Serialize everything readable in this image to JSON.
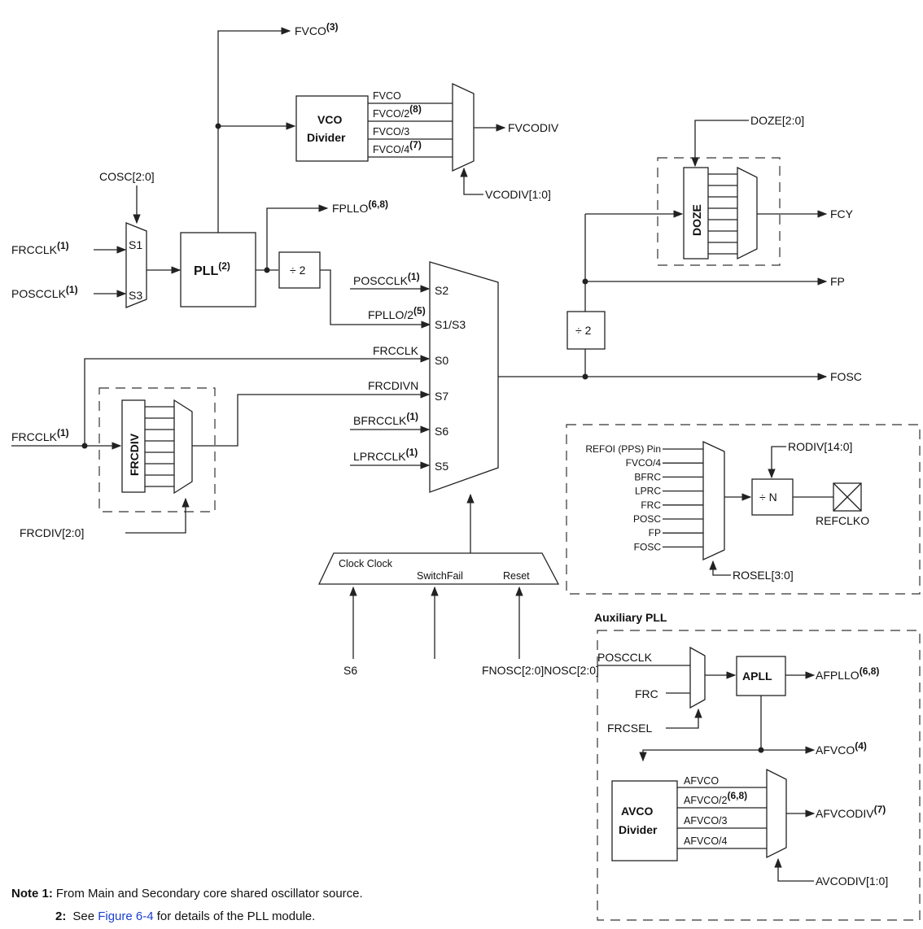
{
  "top": {
    "fvco": "FVCO",
    "fvco_sup": "(3)"
  },
  "vco_divider": {
    "line1": "VCO",
    "line2": "Divider",
    "in1": "FVCO",
    "in2": "FVCO/2",
    "in2_sup": "(8)",
    "in3": "FVCO/3",
    "in4": "FVCO/4",
    "in4_sup": "(7)",
    "out": "FVCODIV",
    "sel": "VCODIV[1:0]"
  },
  "doze": {
    "label": "DOZE[2:0]",
    "box": "DOZE",
    "fcy": "FCY",
    "fp": "FP",
    "fosc": "FOSC",
    "div2": "÷ 2"
  },
  "pll": {
    "cosc": "COSC[2:0]",
    "frcclk": "FRCCLK",
    "frcclk_sup": "(1)",
    "poscclk": "POSCCLK",
    "poscclk_sup": "(1)",
    "s1": "S1",
    "s3": "S3",
    "label": "PLL",
    "label_sup": "(2)",
    "fpllo": "FPLLO",
    "fpllo_sup": "(6,8)",
    "div2": "÷ 2"
  },
  "main_mux": {
    "in_poscclk": "POSCCLK",
    "in_poscclk_sup": "(1)",
    "in_fpllo2": "FPLLO/2",
    "in_fpllo2_sup": "(5)",
    "in_frcclk": "FRCCLK",
    "in_frcdivn": "FRCDIVN",
    "in_bfrcclk": "BFRCCLK",
    "in_bfrcclk_sup": "(1)",
    "in_lprcclk": "LPRCCLK",
    "in_lprcclk_sup": "(1)",
    "s2": "S2",
    "s13": "S1/S3",
    "s0": "S0",
    "s7": "S7",
    "s6": "S6",
    "s5": "S5"
  },
  "frcdiv": {
    "input": "FRCCLK",
    "input_sup": "(1)",
    "box": "FRCDIV",
    "sel": "FRCDIV[2:0]"
  },
  "clock_switch": {
    "l1": "Clock Clock",
    "l2": "SwitchFail",
    "l3": "Reset",
    "in_s6": "S6",
    "in_nosc": "FNOSC[2:0]NOSC[2:0]"
  },
  "refclk": {
    "inputs": [
      "REFOI (PPS) Pin",
      "FVCO/4",
      "BFRC",
      "LPRC",
      "FRC",
      "POSC",
      "FP",
      "FOSC"
    ],
    "div": "÷ N",
    "rodiv": "RODIV[14:0]",
    "out": "REFCLKO",
    "sel": "ROSEL[3:0]"
  },
  "aux_pll": {
    "title": "Auxiliary PLL",
    "in_posc": "POSCCLK",
    "in_frc": "FRC",
    "frcsel": "FRCSEL",
    "apll": "APLL",
    "afpllo": "AFPLLO",
    "afpllo_sup": "(6,8)",
    "afvco": "AFVCO",
    "afvco_sup": "(4)",
    "avco1": "AVCO",
    "avco2": "Divider",
    "in1": "AFVCO",
    "in2": "AFVCO/2",
    "in2_sup": "(6,8)",
    "in3": "AFVCO/3",
    "in4": "AFVCO/4",
    "out": "AFVCODIV",
    "out_sup": "(7)",
    "sel": "AVCODIV[1:0]"
  },
  "notes": {
    "n1_label": "Note 1:",
    "n1_text": "From Main and Secondary core shared oscillator source.",
    "n2_label": "2:",
    "n2_pre": "See ",
    "n2_link": "Figure 6-4",
    "n2_post": " for details of the PLL module."
  }
}
